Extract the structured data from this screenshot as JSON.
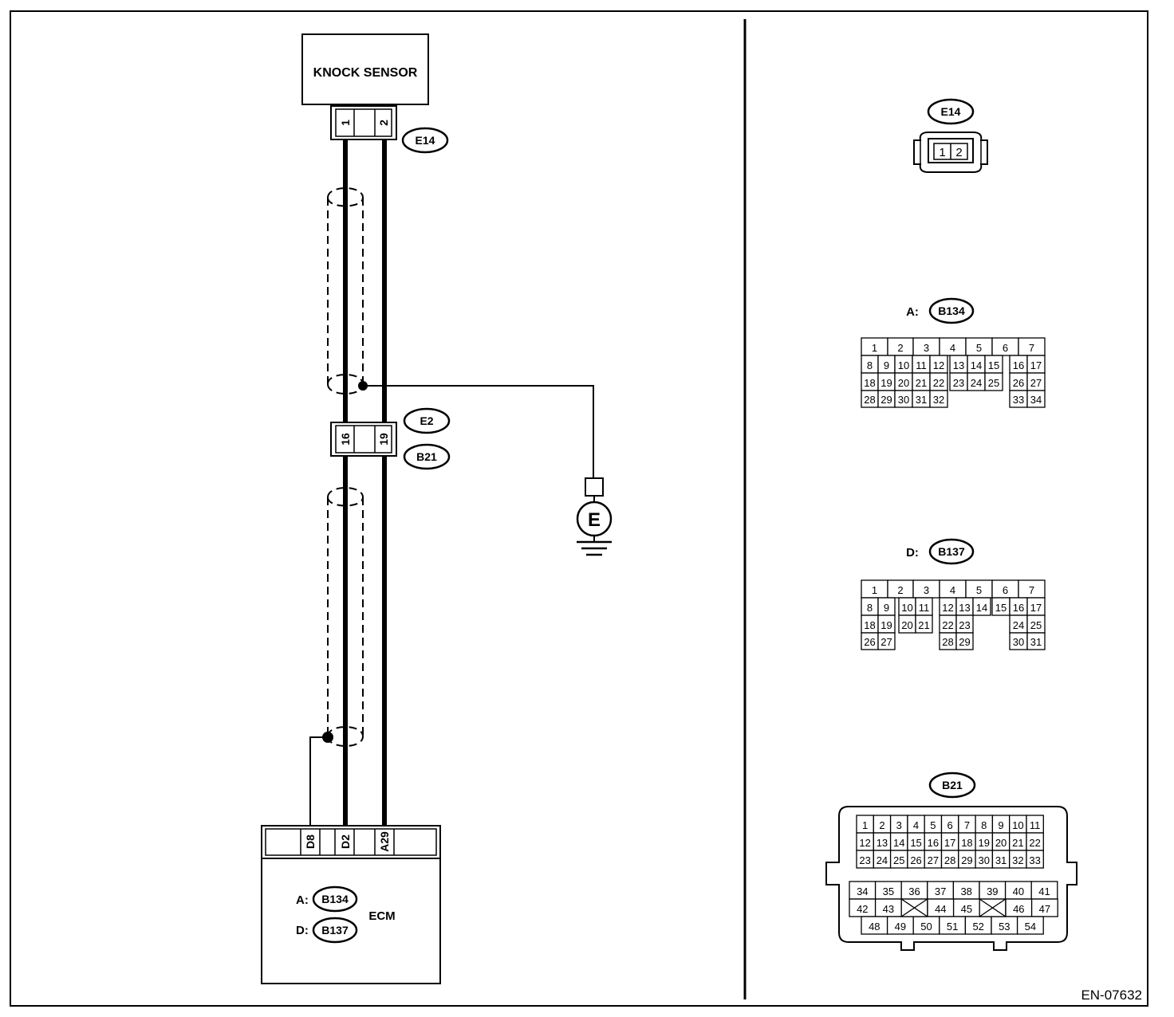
{
  "diagram_id": "EN-07632",
  "components": {
    "knock_sensor": "KNOCK SENSOR",
    "ecm": "ECM",
    "ground": "E"
  },
  "connectors": {
    "e14": "E14",
    "e2": "E2",
    "b21": "B21",
    "b134": "B134",
    "b137": "B137"
  },
  "prefixes": {
    "a": "A:",
    "d": "D:"
  },
  "sensor_pins": [
    "1",
    "2"
  ],
  "joint_pins": [
    "16",
    "19"
  ],
  "ecm_pins": [
    "D8",
    "D2",
    "A29"
  ],
  "e14_face": [
    "1",
    "2"
  ],
  "b134_face": [
    [
      "1",
      "2",
      "3",
      "4",
      "5",
      "6",
      "7"
    ],
    [
      "8",
      "9",
      "10",
      "11",
      "12",
      "13",
      "14",
      "15",
      "16",
      "17"
    ],
    [
      "18",
      "19",
      "20",
      "21",
      "22",
      "23",
      "24",
      "25",
      "26",
      "27"
    ],
    [
      "28",
      "29",
      "30",
      "31",
      "32",
      "33",
      "34"
    ]
  ],
  "b137_face": [
    [
      "1",
      "2",
      "3",
      "4",
      "5",
      "6",
      "7"
    ],
    [
      "8",
      "9",
      "10",
      "11",
      "12",
      "13",
      "14",
      "15",
      "16",
      "17"
    ],
    [
      "18",
      "19",
      "20",
      "21",
      "22",
      "23",
      "24",
      "25"
    ],
    [
      "26",
      "27",
      "28",
      "29",
      "30",
      "31"
    ]
  ],
  "b21_face": [
    [
      "1",
      "2",
      "3",
      "4",
      "5",
      "6",
      "7",
      "8",
      "9",
      "10",
      "11"
    ],
    [
      "12",
      "13",
      "14",
      "15",
      "16",
      "17",
      "18",
      "19",
      "20",
      "21",
      "22"
    ],
    [
      "23",
      "24",
      "25",
      "26",
      "27",
      "28",
      "29",
      "30",
      "31",
      "32",
      "33"
    ],
    [
      "34",
      "35",
      "36",
      "37",
      "38",
      "39",
      "40",
      "41"
    ],
    [
      "42",
      "43",
      "44",
      "45",
      "46",
      "47"
    ],
    [
      "48",
      "49",
      "50",
      "51",
      "52",
      "53",
      "54"
    ]
  ]
}
